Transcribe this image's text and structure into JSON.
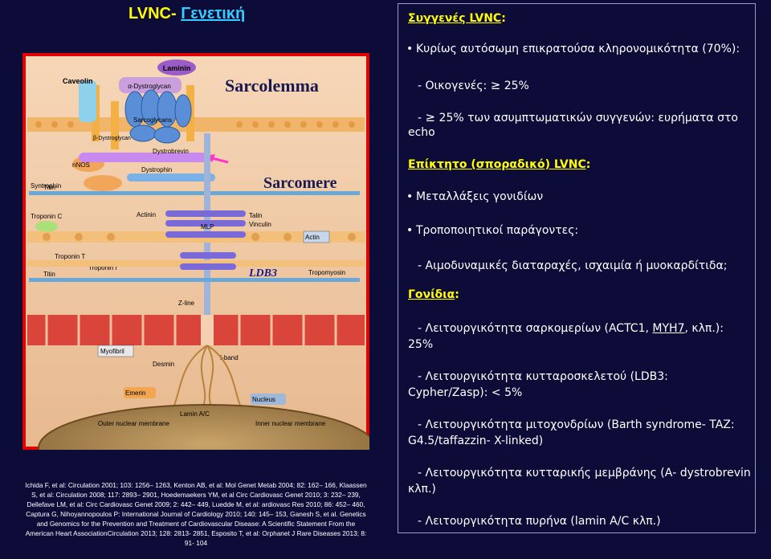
{
  "title": {
    "part1": "LVNC-",
    "part2": "Γενετική"
  },
  "diagram": {
    "labels": {
      "laminin": "Laminin",
      "caveolin": "Caveolin",
      "dystroglycan_a": "α-Dystroglycan",
      "dystroglycan_b": "β-Dystroglycan",
      "sarcoglycans": "Sarcoglycans",
      "sarcolemma": "Sarcolemma",
      "nnos": "nNOS",
      "syntrophin": "Syntrophin",
      "dystrobrevin": "Dystrobrevin",
      "dystrophin": "Dystrophin",
      "titin1": "Titin",
      "sarcomere": "Sarcomere",
      "troponin_c": "Troponin C",
      "actinin1": "Actinin",
      "talin": "Talin",
      "vinculin": "Vinculin",
      "mlp": "MLP",
      "actin": "Actin",
      "troponin_t": "Troponin T",
      "troponin_i": "Troponin I",
      "ldb3": "LDB3",
      "tropomyosin": "Tropomyosin",
      "titin2": "Titin",
      "z_line": "Z-line",
      "myofibril": "Myofibril",
      "i_band": "I-band",
      "desmin": "Desmin",
      "emerin": "Emerin",
      "nucleus": "Nucleus",
      "lamin": "Lamin A/C",
      "outer_membrane": "Outer nuclear membrane",
      "inner_membrane": "Inner nuclear membrane"
    }
  },
  "references": "Ichida F, et al: Circulation 2001; 103: 1256– 1263, Kenton AB, et al: Mol Genet Metab 2004; 82: 162– 166, Klaassen S, et al: Circulation 2008; 117: 2893– 2901, Hoedemaekers YM, et al Circ Cardiovasc Genet 2010; 3: 232– 239, Dellefave LM, et al: Circ Cardiovasc Genet 2009; 2: 442– 449, Luedde M, et al: ardiovasc Res 2010; 86: 452– 460, Captura G, Nihoyannopoulos P: International Journal of Cardiology 2010; 140: 145– 153, Ganesh S, et al. Genetics and Genomics for the Prevention and Treatment of Cardiovascular Disease: A Scientific Statement From the American Heart AssociationCirculation 2013; 128: 2813- 2851, Esposito T, et al: Orphanet J Rare Diseases 2013; 8: 91- 104",
  "panel": {
    "familial_header": "Συγγενές LVNC",
    "colon": ":",
    "line1": "Κυρίως αυτόσωμη επικρατούσα κληρονομικότητα (70%):",
    "line2_prefix": "- Οικογενές: ",
    "line2_symbol": "≥",
    "line2_value": " 25%",
    "line3_prefix": "- ",
    "line3_symbol": "≥",
    "line3a": " 25% των ασυμπτωματικών συγγενών: ευρήματα στο",
    "line3b": "echo",
    "acquired_header": "Επίκτητο (σποραδικό) LVNC",
    "line4": "Μεταλλάξεις γονιδίων",
    "line5": "Τροποποιητικοί παράγοντες:",
    "line6": "- Αιμοδυναμικές διαταραχές, ισχαιμία ή μυοκαρδίτιδα;",
    "genes_header": "Γονίδια",
    "line7a": "- Λειτουργικότητα σαρκομερίων (ACTC1, ",
    "line7_myh7": "MYH7",
    "line7b": ", κλπ.):",
    "line7c": "25%",
    "line8a": "- Λειτουργικότητα κυτταροσκελετού (LDB3:",
    "line8b": "Cypher/Zasp): < 5%",
    "line9a": "- Λειτουργικότητα μιτοχονδρίων (Barth syndrome- TAZ:",
    "line9b": "G4.5/taffazzin- X-linked)",
    "line10a": "- Λειτουργικότητα κυτταρικής μεμβράνης (Α- dystrobrevin",
    "line10b": "κλπ.)",
    "line11": "- Λειτουργικότητα πυρήνα (lamin A/C κλπ.)"
  },
  "colors": {
    "title_yellow": "#ffff00",
    "title_cyan": "#33ccff",
    "background": "#0d0c38"
  }
}
